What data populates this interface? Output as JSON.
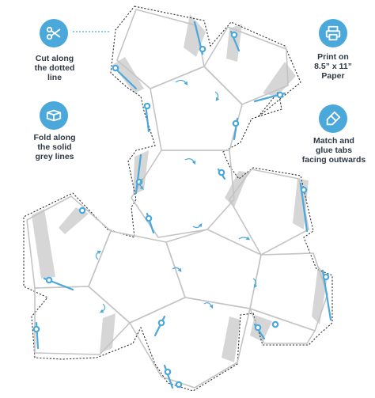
{
  "instructions": {
    "cut": {
      "text": "Cut along\nthe dotted line",
      "icon": "scissors-icon"
    },
    "fold": {
      "text": "Fold along\nthe solid\ngrey lines",
      "icon": "fold-paper-icon"
    },
    "print": {
      "text": "Print on\n8.5” x 11”\nPaper",
      "icon": "printer-icon"
    },
    "glue": {
      "text": "Match and\nglue tabs\nfacing outwards",
      "icon": "glue-icon"
    }
  },
  "colors": {
    "accent": "#4aa8da",
    "fold_line": "#c4c4c4",
    "cut_line": "#333333",
    "tab_fill": "#d6d6d6",
    "text": "#2f3a45"
  },
  "template": {
    "shape": "dodecahedron-net",
    "faces": 12
  }
}
